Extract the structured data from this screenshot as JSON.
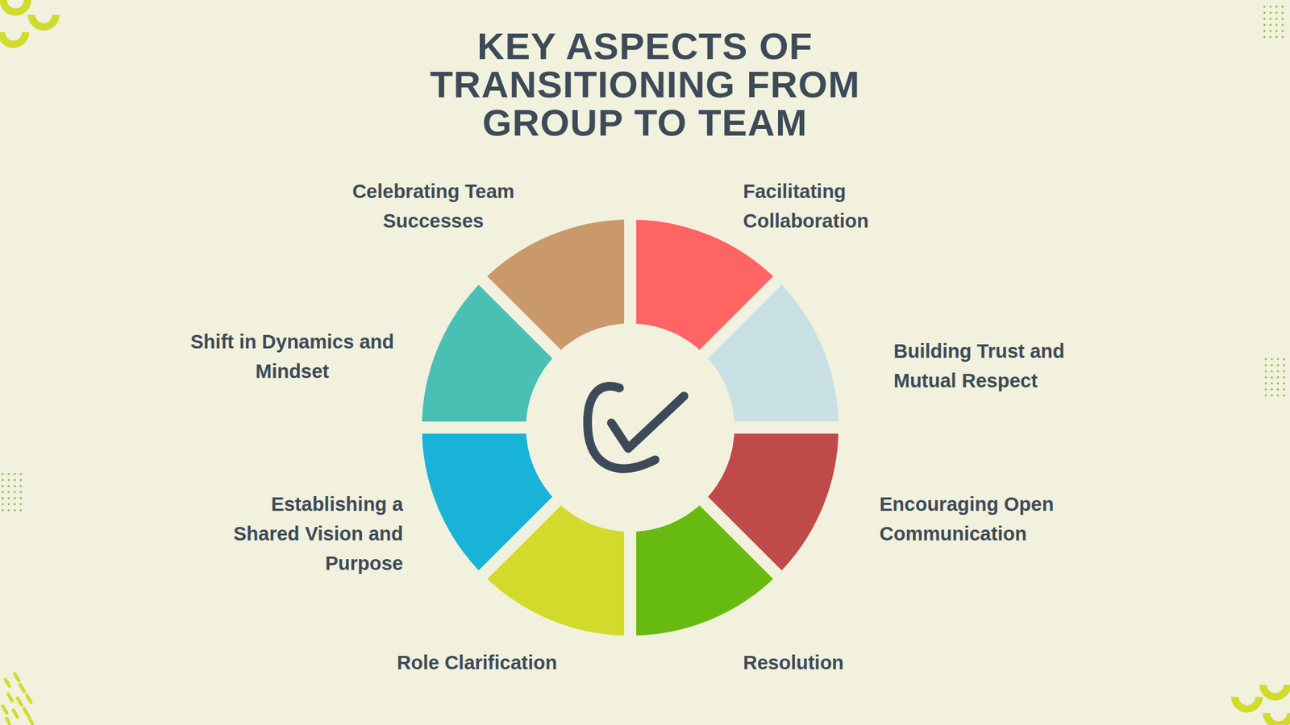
{
  "diagram": {
    "title": "KEY ASPECTS OF TRANSITIONING FROM GROUP TO TEAM",
    "nodes": [
      {
        "text": [
          "Celebrating Team Successes"
        ]
      },
      {
        "text": [
          "Facilitating Collaboration"
        ]
      },
      {
        "text": [
          "Shift in Dynamics and Mindset"
        ]
      },
      {
        "text": [
          "Building Trust and Mutual Respect"
        ]
      },
      {
        "text": [
          "Establishing a Shared Vision and Purpose"
        ]
      },
      {
        "text": [
          "Encouraging Open Communication"
        ]
      },
      {
        "text": [
          "Role Clarification"
        ]
      },
      {
        "text": [
          "Resolution"
        ]
      }
    ]
  }
}
